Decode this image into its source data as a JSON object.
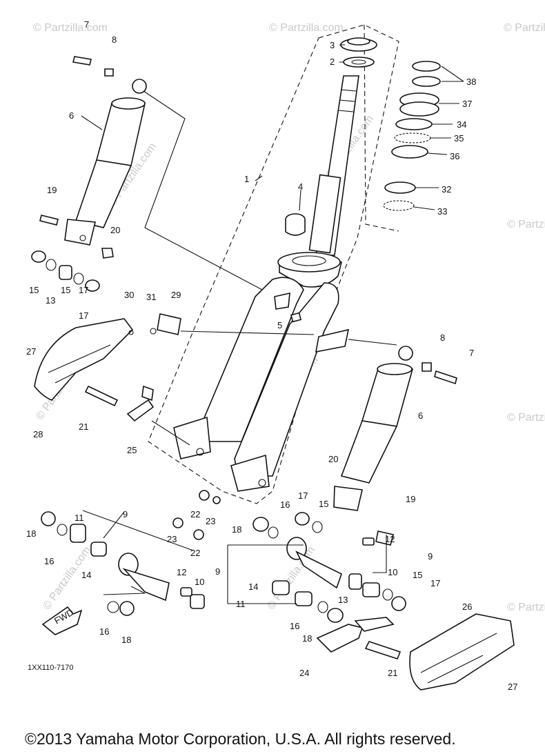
{
  "watermark": "© Partzilla.com",
  "diagram_code": "1XX110-7170",
  "fwd_label": "FWD",
  "footer": "©2013  Yamaha Motor Corporation, U.S.A. All rights reserved.",
  "callouts": [
    "1",
    "2",
    "3",
    "4",
    "5",
    "6",
    "6",
    "7",
    "7",
    "8",
    "8",
    "9",
    "9",
    "9",
    "10",
    "10",
    "11",
    "11",
    "12",
    "12",
    "13",
    "13",
    "14",
    "14",
    "15",
    "15",
    "15",
    "15",
    "16",
    "16",
    "16",
    "16",
    "17",
    "17",
    "17",
    "17",
    "18",
    "18",
    "18",
    "18",
    "19",
    "19",
    "20",
    "20",
    "21",
    "21",
    "22",
    "22",
    "23",
    "23",
    "24",
    "25",
    "26",
    "27",
    "27",
    "28",
    "29",
    "30",
    "31",
    "32",
    "33",
    "34",
    "35",
    "36",
    "37",
    "38"
  ]
}
